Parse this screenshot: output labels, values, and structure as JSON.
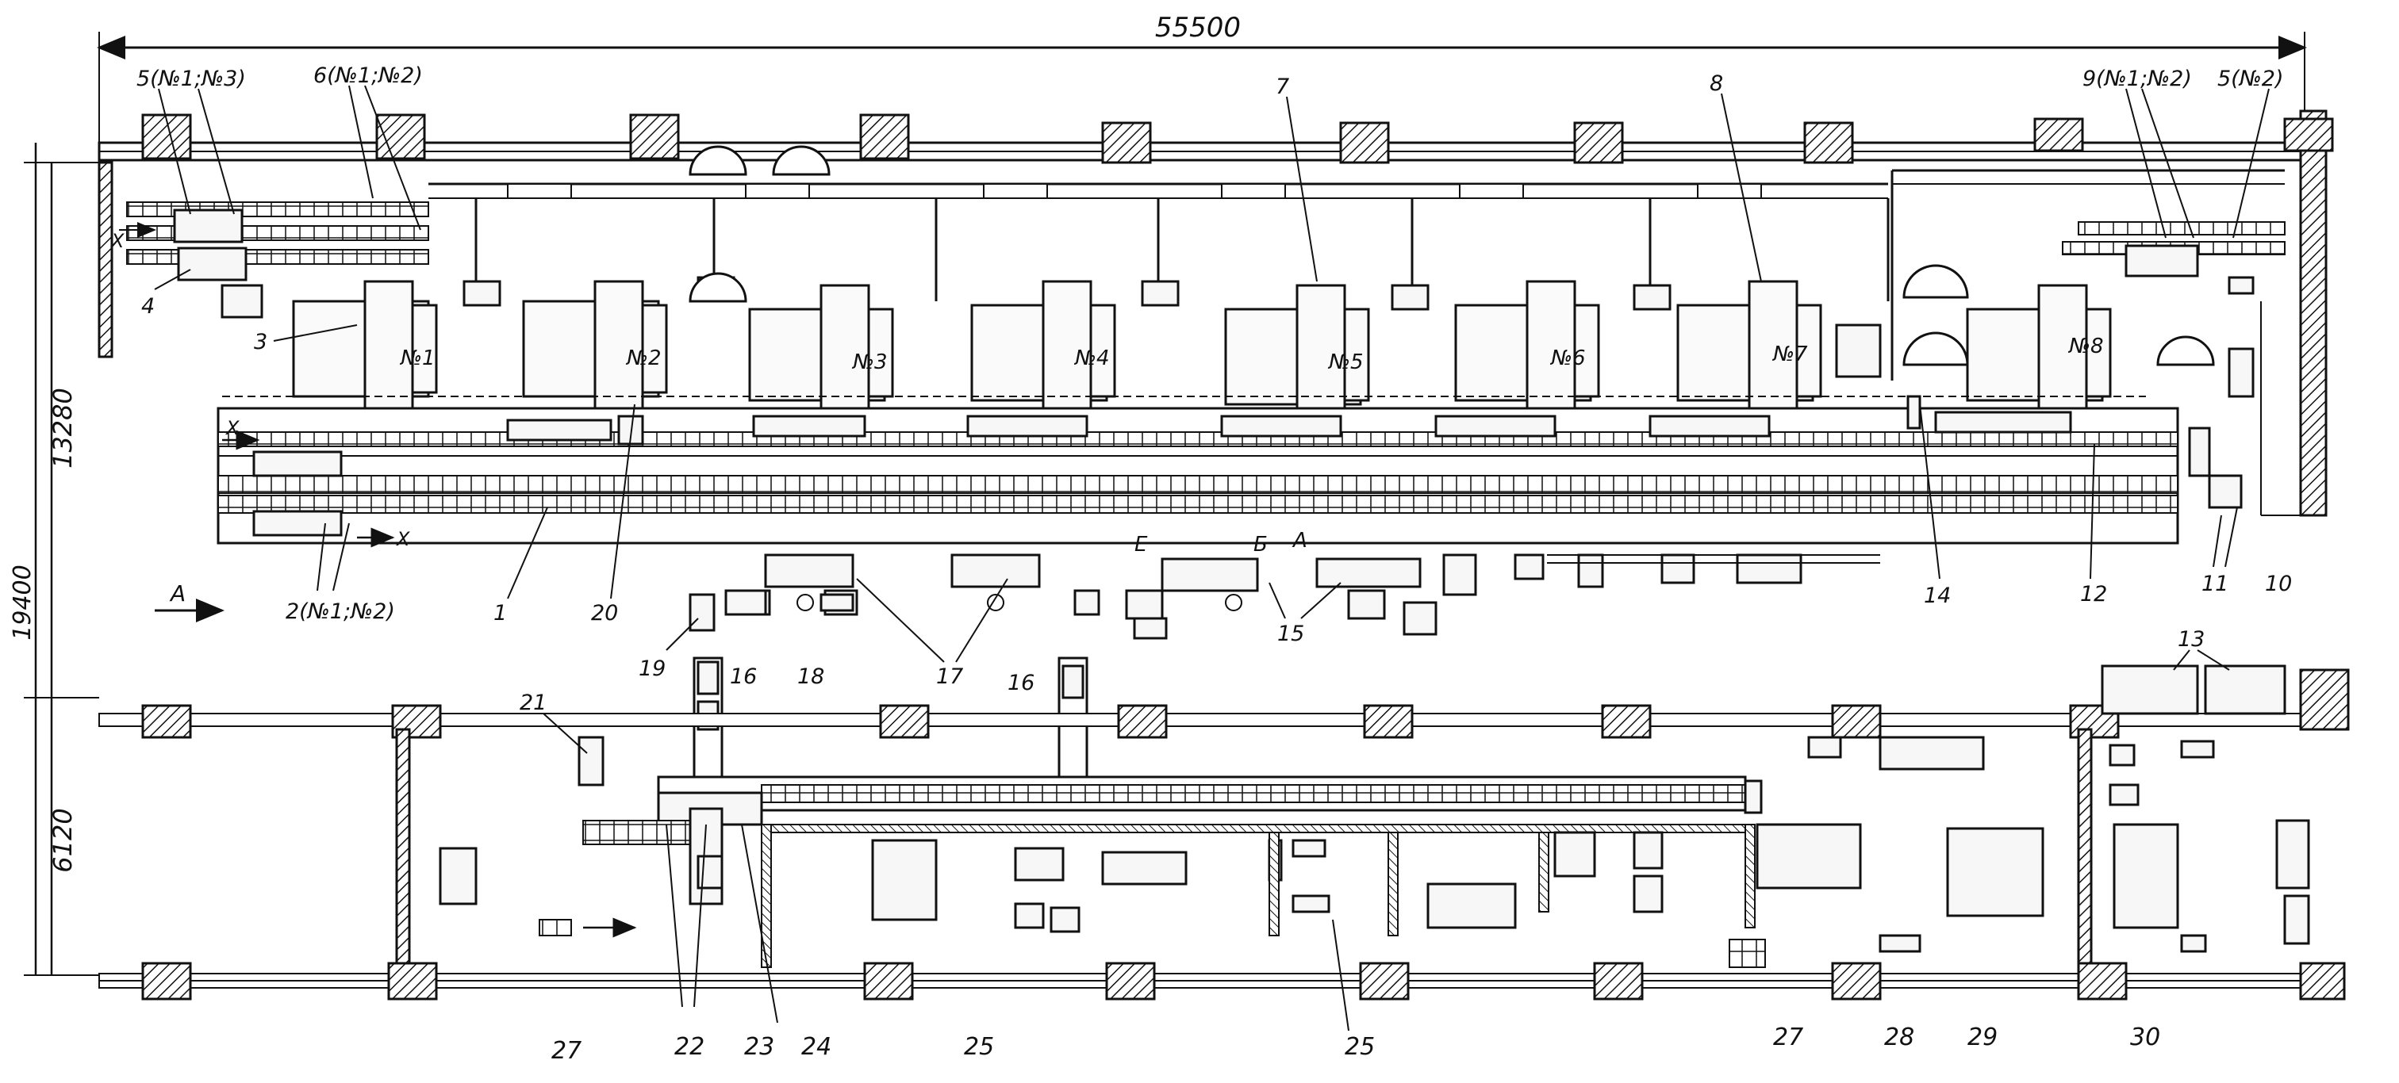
{
  "dimensions": {
    "overall_length": "55500",
    "left_total": "19400",
    "upper_bay": "13280",
    "lower_bay": "6120"
  },
  "direction_mark": "A",
  "axis_marks": {
    "x": "X"
  },
  "machines": [
    "№1",
    "№2",
    "№3",
    "№4",
    "№5",
    "№6",
    "№7",
    "№8"
  ],
  "section_marks": {
    "e": "Е",
    "b": "Б",
    "a": "А"
  },
  "labels": {
    "top_5": "5(№1;№3)",
    "top_6": "6(№1;№2)",
    "top_7": "7",
    "top_8": "8",
    "top_9": "9(№1;№2)",
    "top_5b": "5(№2)",
    "l_4": "4",
    "l_3": "3",
    "l_2": "2(№1;№2)",
    "l_1": "1",
    "l_20": "20",
    "l_19": "19",
    "l_16a": "16",
    "l_16b": "16",
    "l_17": "17",
    "l_18": "18",
    "l_15": "15",
    "l_14": "14",
    "l_12": "12",
    "l_11": "11",
    "l_10": "10",
    "l_13": "13",
    "l_21": "21",
    "b_27a": "27",
    "b_22": "22",
    "b_23": "23",
    "b_24": "24",
    "b_25a": "25",
    "b_25b": "25",
    "b_27b": "27",
    "b_28": "28",
    "b_29": "29",
    "b_30": "30"
  }
}
